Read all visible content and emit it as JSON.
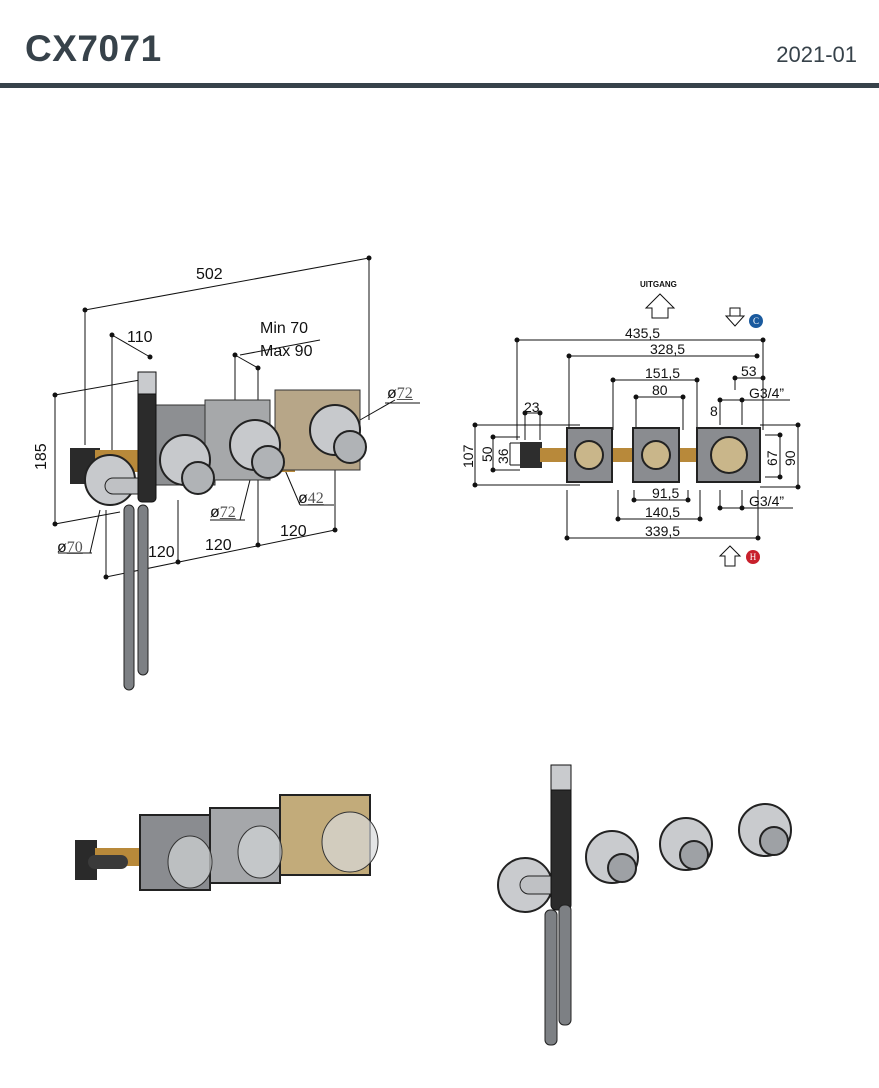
{
  "header": {
    "title": "CX7071",
    "date": "2021-01"
  },
  "view_3d": {
    "dims": {
      "overall": "502",
      "depth": "110",
      "height": "185",
      "min": "Min 70",
      "max": "Max 90",
      "dia_right": "72",
      "dia_mid": "72",
      "dia_knob": "42",
      "dia_left": "70",
      "dia_symbol": "ø",
      "spacing_1": "120",
      "spacing_2": "120",
      "spacing_3": "120"
    }
  },
  "plan_view": {
    "outlet_label": "UITGANG",
    "cold_badge": "C",
    "hot_badge": "H",
    "colors": {
      "cold": "#1a5a9e",
      "hot": "#c8202c",
      "brass": "#b8893a",
      "box": "#6b6e72"
    },
    "dims": {
      "d435": "435,5",
      "d328": "328,5",
      "d151": "151,5",
      "d80": "80",
      "d53": "53",
      "g_top": "G3/4”",
      "d8": "8",
      "d23": "23",
      "d107": "107",
      "d50": "50",
      "d36": "36",
      "d67": "67",
      "d90": "90",
      "d91": "91,5",
      "d140": "140,5",
      "g_bottom": "G3/4”",
      "d339": "339,5"
    }
  }
}
